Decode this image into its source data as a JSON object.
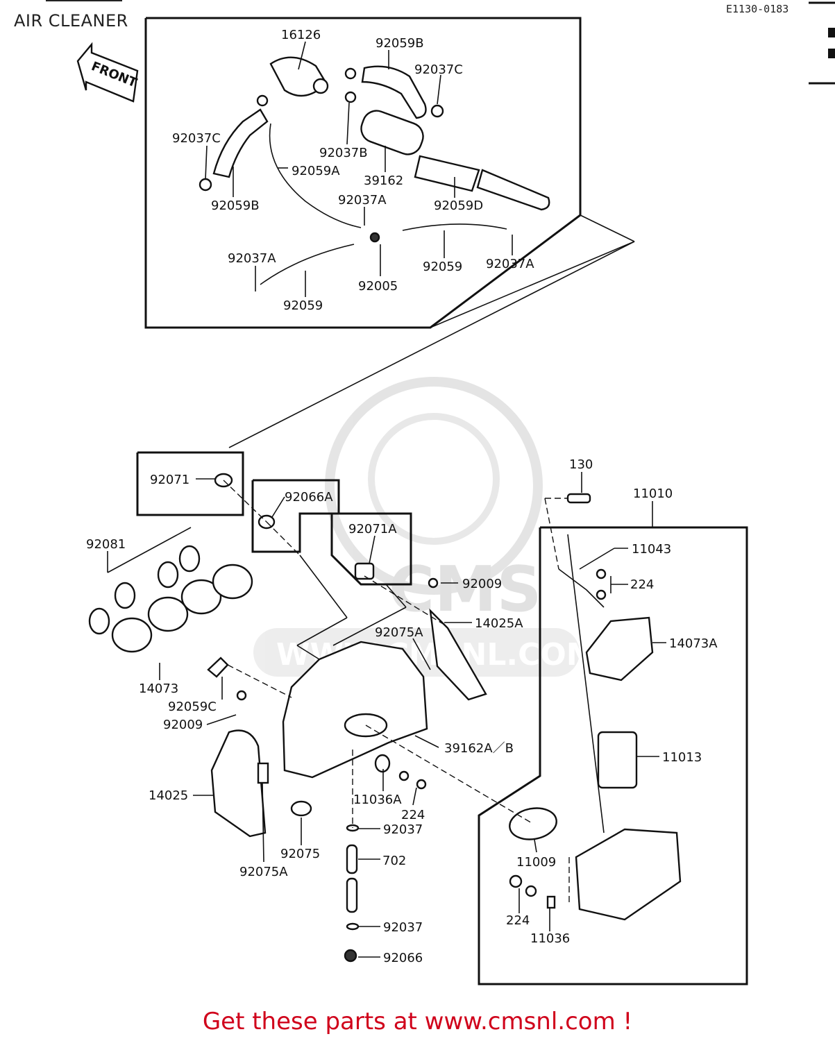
{
  "header": {
    "section_title": "AIR CLEANER",
    "drawing_code": "E1130-0183"
  },
  "front_arrow": {
    "label": "FRONT"
  },
  "watermark": {
    "brand": "CMS",
    "url": "WWW.CMSNL.COM"
  },
  "footer": {
    "text": "Get these parts at www.cmsnl.com !"
  },
  "labels": [
    "16126",
    "92059B",
    "92037C",
    "92037C",
    "92037B",
    "92059A",
    "39162",
    "92059B",
    "92037A",
    "92059D",
    "92037A",
    "92059",
    "92037A",
    "92005",
    "92059",
    "92071",
    "92066A",
    "92071A",
    "130",
    "11010",
    "11043",
    "224",
    "92009",
    "92081",
    "14025A",
    "14073A",
    "92075A",
    "14073",
    "92059C",
    "92009",
    "39162A／B",
    "11013",
    "14025",
    "11036A",
    "224",
    "92037",
    "92075",
    "92075A",
    "702",
    "11009",
    "224",
    "11036",
    "92037",
    "92066"
  ]
}
